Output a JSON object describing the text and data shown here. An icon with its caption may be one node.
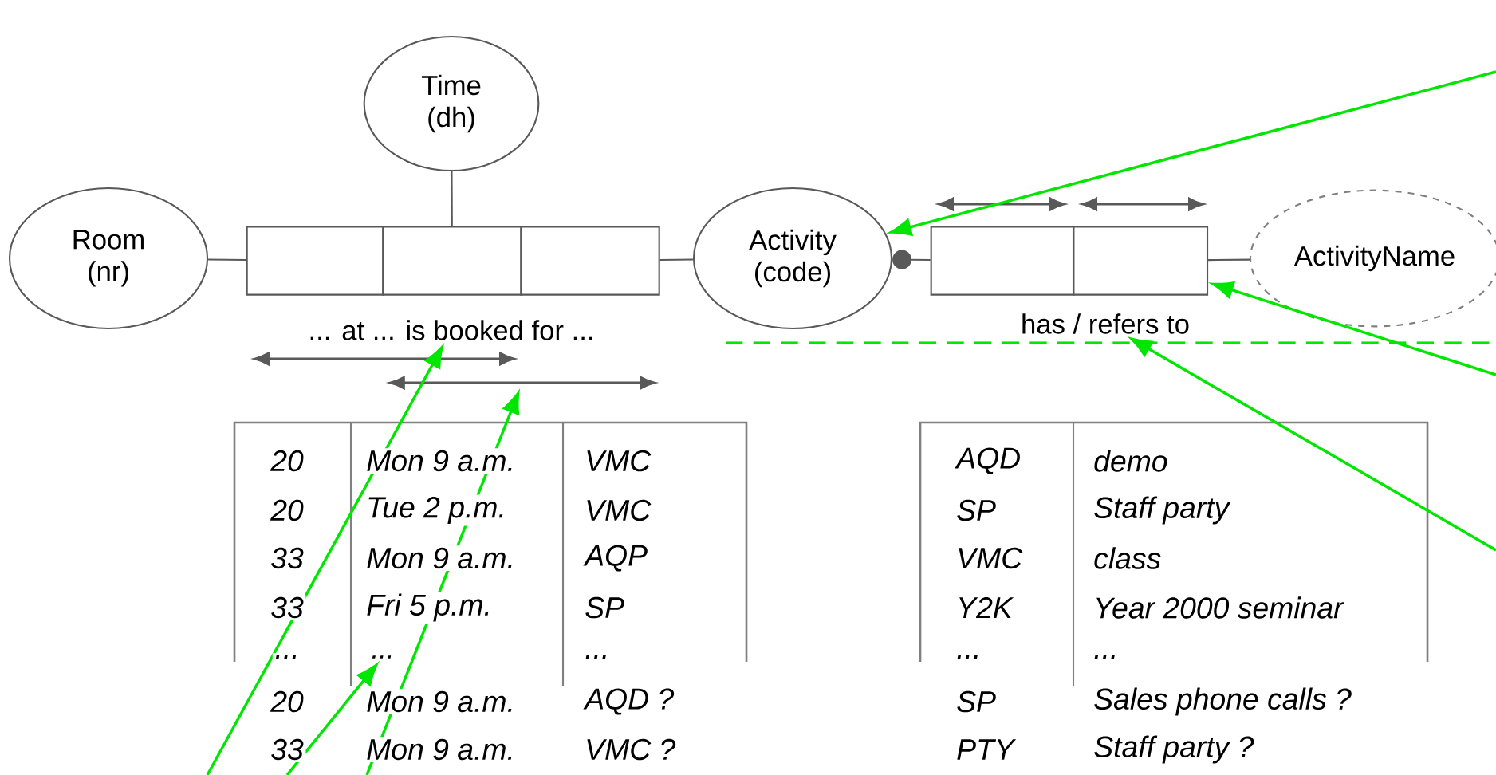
{
  "diagram": {
    "nodes": [
      {
        "text": [
          "Time (dh)"
        ]
      },
      {
        "text": [
          "Room (nr)"
        ]
      },
      {
        "text": [],
        "shape": "box"
      },
      {
        "text": [],
        "shape": "box"
      },
      {
        "text": [],
        "shape": "box"
      },
      {
        "text": [
          "Activity (code)"
        ]
      },
      {
        "text": [],
        "shape": "box"
      },
      {
        "text": [],
        "shape": "box"
      },
      {
        "text": [
          "ActivityName"
        ]
      },
      {
        "text": [
          "... at ... is booked for ..."
        ]
      },
      {
        "text": [
          "has / refers to"
        ]
      },
      {
        "text": [],
        "shape": "bar"
      },
      {
        "text": [
          "..."
        ]
      }
    ],
    "edges": [
      {
        "from": 0,
        "to": 3,
        "arrow": "none",
        "color": "#595959"
      },
      {
        "from": 1,
        "to": 2,
        "arrow": "none",
        "color": "#595959"
      },
      {
        "from": 4,
        "to": 5,
        "arrow": "none",
        "color": "#595959"
      },
      {
        "from": 5,
        "to": 6,
        "arrow": "other",
        "color": "#595959"
      },
      {
        "from": 7,
        "to": 8,
        "arrow": "none",
        "color": "#595959"
      },
      {
        "from": null,
        "to": 5,
        "arrow": "to",
        "color": "#00e600"
      },
      {
        "from": null,
        "to": 7,
        "arrow": "to",
        "color": "#00e600"
      },
      {
        "from": null,
        "to": 10,
        "arrow": "to",
        "color": "#00e600"
      },
      {
        "from": null,
        "to": 9,
        "arrow": "to",
        "color": "#00e600"
      },
      {
        "from": null,
        "to": 12,
        "arrow": "to",
        "color": "#00e600"
      },
      {
        "from": null,
        "to": 11,
        "arrow": "to",
        "color": "#00e600"
      }
    ],
    "labels": [
      "20",
      "Mon 9 a.m.",
      "VMC",
      "20",
      "Tue 2 p.m.",
      "VMC",
      "33",
      "Mon 9 a.m.",
      "AQP",
      "33",
      "Fri 5 p.m.",
      "SP",
      "...",
      "...",
      "20",
      "Mon 9 a.m.",
      "AQD ?",
      "33",
      "Mon 9 a.m.",
      "VMC ?",
      "AQD",
      "demo",
      "SP",
      "Staff party",
      "VMC",
      "class",
      "Y2K",
      "Year 2000 seminar",
      "...",
      "...",
      "SP",
      "Sales phone calls ?",
      "PTY",
      "Staff party ?"
    ]
  }
}
